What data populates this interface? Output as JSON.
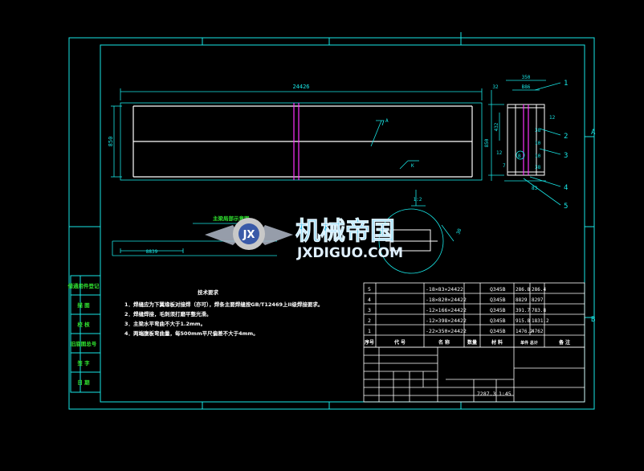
{
  "colors": {
    "background": "#000000",
    "frame": "#18e6e6",
    "part_line": "#ffffff",
    "weld_line": "#ff33ff",
    "note_text": "#ffffff",
    "green_text": "#30e030",
    "watermark": "#28b8e8"
  },
  "grid_markers": {
    "right_a": "A",
    "right_b": "B"
  },
  "main_view": {
    "overall_length": "24426",
    "height": "850",
    "section_marker_top": "A",
    "section_marker_bottom": "K"
  },
  "side_view": {
    "width_top": "350",
    "width_inner": "B86",
    "left_offset": "32",
    "height": "850",
    "inner_height": "432",
    "bottom_dim_1": "12",
    "bottom_dim_2": "7",
    "bottom_dim_3": "83",
    "right_dim_1": "12",
    "right_dim_2": "38",
    "right_dim_3": "10",
    "right_dim_4": "10",
    "right_dim_5": "38",
    "center_label": "B",
    "side_labels": [
      "32",
      "850"
    ],
    "balloons": [
      "1",
      "2",
      "3",
      "4",
      "5"
    ]
  },
  "bottom_view": {
    "label": "主梁局部示意图",
    "dim": "8839",
    "detail_top": "1:2",
    "detail_right": "30"
  },
  "watermark": {
    "cn": "机械帝国",
    "en": "JXDIGUO.COM",
    "badge": "JX"
  },
  "notes": {
    "title": "技术要求",
    "items": [
      "1．焊缝应为下翼缘板对接焊（亦可），焊条主要焊缝按GB/T12469上II级焊接要求。",
      "2．焊缝焊接，毛刺须打磨平整光滑。",
      "3．主梁水平弯曲不大于1.2mm。",
      "4．两端腹板弯曲量，每500mm平尺偏差不大于4mm。"
    ]
  },
  "bom": {
    "rows": [
      {
        "no": "5",
        "spec": "-18×83×24422",
        "mat": "Q345B",
        "w1": "286.8",
        "w2": "286.4"
      },
      {
        "no": "4",
        "spec": "-18×820×24422",
        "mat": "Q345B",
        "w1": "8829",
        "w2": "8297"
      },
      {
        "no": "3",
        "spec": "-12×166×24422",
        "mat": "Q345B",
        "w1": "391.7",
        "w2": "783.8"
      },
      {
        "no": "2",
        "spec": "-12×398×24422",
        "mat": "Q345B",
        "w1": "915.8",
        "w2": "1831.2"
      },
      {
        "no": "1",
        "spec": "-22×350×24422",
        "mat": "Q345B",
        "w1": "1476.2",
        "w2": "4762"
      }
    ],
    "header": [
      "序号",
      "代 号",
      "名 称",
      "数量",
      "材 料",
      "单件 总计",
      "备 注"
    ]
  },
  "title_block": {
    "weight": "7287.3",
    "scale": "1:45"
  },
  "side_strip": [
    "借通用件登记",
    "描 图",
    "校 核",
    "旧底图总号",
    "签 字",
    "日 期"
  ]
}
